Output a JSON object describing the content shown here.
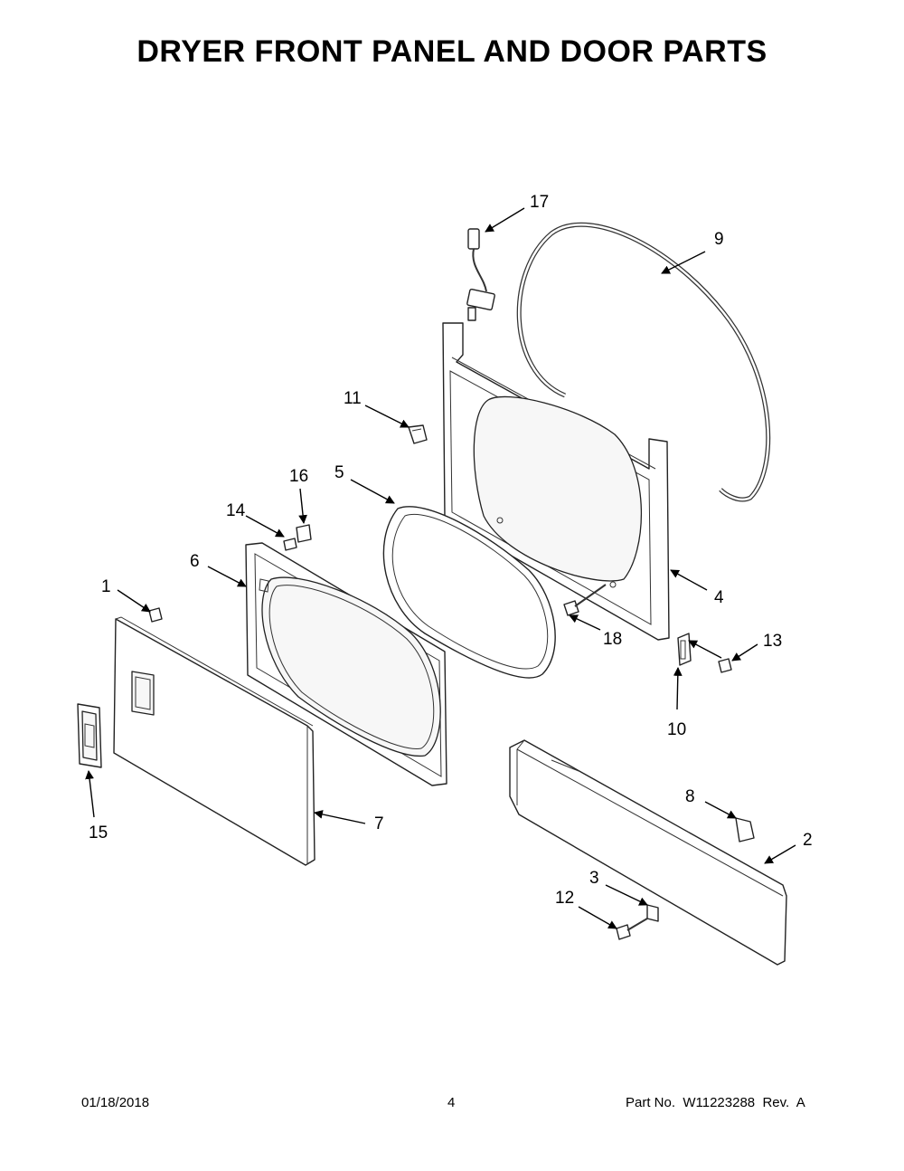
{
  "title": "DRYER FRONT PANEL AND DOOR PARTS",
  "callouts": {
    "c1": "1",
    "c2": "2",
    "c3": "3",
    "c4": "4",
    "c5": "5",
    "c6": "6",
    "c7": "7",
    "c8": "8",
    "c9": "9",
    "c10": "10",
    "c11": "11",
    "c12": "12",
    "c13": "13",
    "c14": "14",
    "c15": "15",
    "c16": "16",
    "c17": "17",
    "c18": "18"
  },
  "footer": {
    "date": "01/18/2018",
    "page": "4",
    "part_no": "Part No.  W11223288  Rev.  A"
  }
}
